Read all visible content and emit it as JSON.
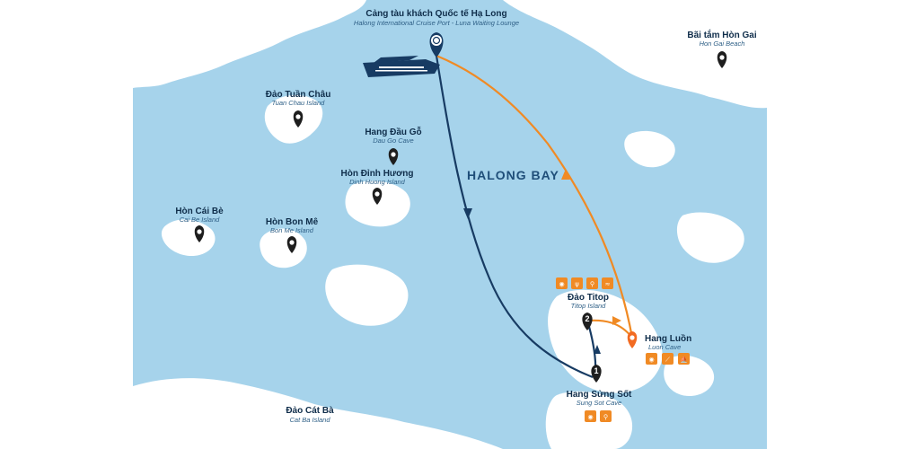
{
  "title": "",
  "bay_label": "HALONG BAY",
  "colors": {
    "water": "#a6d3eb",
    "land": "#ffffff",
    "route_out": "#173b63",
    "route_return": "#f08a24",
    "pin": "#1e1e1e",
    "accent_pin": "#f26b22",
    "icon_badge": "#f08a24"
  },
  "port": {
    "name": "Cảng tàu khách Quốc tế Hạ Long",
    "subtitle": "Halong International Cruise Port - Luna Waiting Lounge",
    "icon": "port-pin-icon"
  },
  "ship": {
    "icon": "cruise-ship-icon"
  },
  "places": [
    {
      "id": "bai-tam-hon-gai",
      "name": "Bãi tắm Hòn Gai",
      "subtitle": "Hon Gai Beach",
      "icon": "map-pin-icon"
    },
    {
      "id": "dao-tuan-chau",
      "name": "Đảo Tuần Châu",
      "subtitle": "Tuan Chau Island",
      "icon": "map-pin-icon"
    },
    {
      "id": "hang-dau-go",
      "name": "Hang Đầu Gỗ",
      "subtitle": "Dau Go Cave",
      "icon": "map-pin-icon"
    },
    {
      "id": "hon-dinh-huong",
      "name": "Hòn Đỉnh Hương",
      "subtitle": "Dinh Huong Island",
      "icon": "map-pin-icon"
    },
    {
      "id": "hon-cai-be",
      "name": "Hòn Cái Bè",
      "subtitle": "Cai Be Island",
      "icon": "map-pin-icon"
    },
    {
      "id": "hon-bon-me",
      "name": "Hòn Bon Mê",
      "subtitle": "Bon Me Island",
      "icon": "map-pin-icon"
    },
    {
      "id": "dao-cat-ba",
      "name": "Đảo Cát Bà",
      "subtitle": "Cat Ba Island",
      "icon": "none"
    }
  ],
  "stops": [
    {
      "number": "1",
      "name": "Hang Sửng Sốt",
      "subtitle": "Sung Sot Cave",
      "icons": [
        "camera-icon",
        "hiking-icon"
      ]
    },
    {
      "number": "2",
      "name": "Đảo Titop",
      "subtitle": "Titop Island",
      "icons": [
        "camera-icon",
        "dining-icon",
        "hiking-icon",
        "swimming-icon"
      ]
    }
  ],
  "highlight": {
    "name": "Hang Luồn",
    "subtitle": "Luon Cave",
    "icon": "orange-pin-icon",
    "icons": [
      "camera-icon",
      "kayak-icon",
      "bamboo-boat-icon"
    ]
  }
}
